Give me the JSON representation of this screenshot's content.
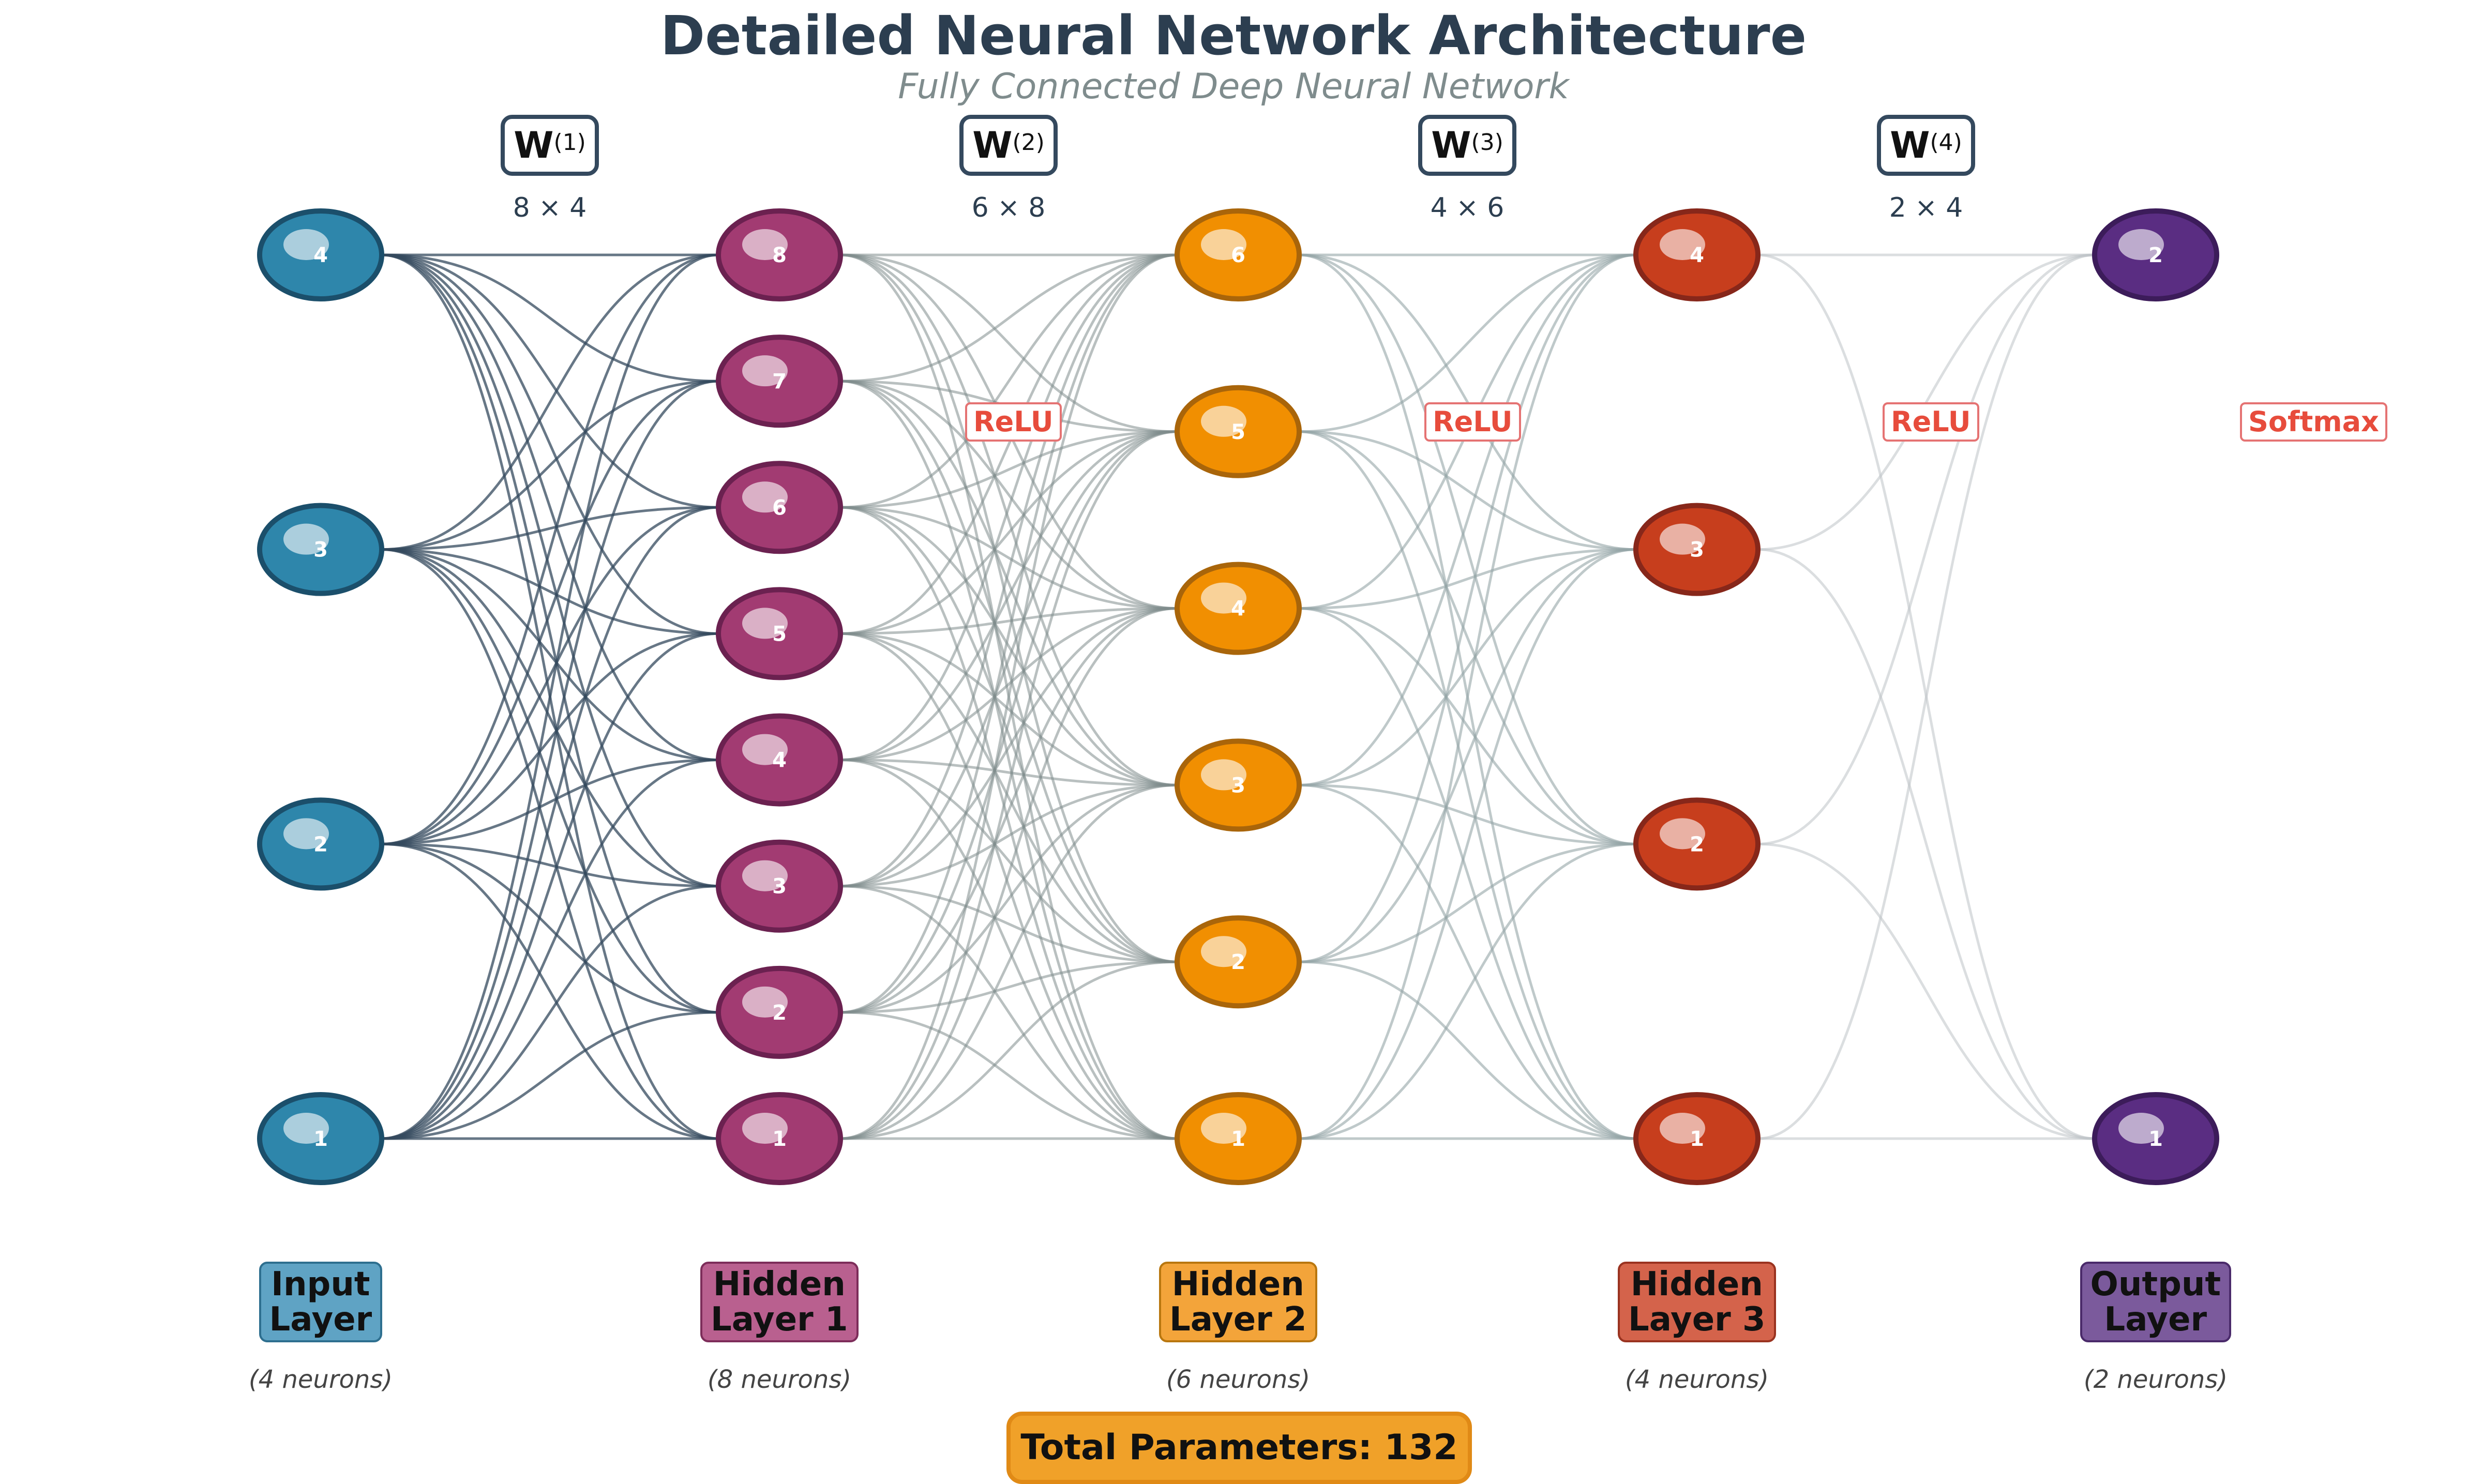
{
  "title": "Detailed Neural Network Architecture",
  "subtitle": "Fully Connected Deep Neural Network",
  "layers": [
    {
      "name": "Input\nLayer",
      "neurons": 4,
      "count_label": "(4 neurons)",
      "fill": "#2e86ab",
      "stroke": "#1b4f6b",
      "box_fill": "#5fa3c4",
      "box_stroke": "#2e6f8f"
    },
    {
      "name": "Hidden\nLayer 1",
      "neurons": 8,
      "count_label": "(8 neurons)",
      "fill": "#a23b72",
      "stroke": "#6b2150",
      "box_fill": "#b9608f",
      "box_stroke": "#7d2d5a"
    },
    {
      "name": "Hidden\nLayer 2",
      "neurons": 6,
      "count_label": "(6 neurons)",
      "fill": "#f18f01",
      "stroke": "#a9650a",
      "box_fill": "#f3a43a",
      "box_stroke": "#b9770f"
    },
    {
      "name": "Hidden\nLayer 3",
      "neurons": 4,
      "count_label": "(4 neurons)",
      "fill": "#c73e1d",
      "stroke": "#87271a",
      "box_fill": "#d4634b",
      "box_stroke": "#9a3320"
    },
    {
      "name": "Output\nLayer",
      "neurons": 2,
      "count_label": "(2 neurons)",
      "fill": "#5a2d82",
      "stroke": "#3c1c5a",
      "box_fill": "#7b5a9c",
      "box_stroke": "#4a2a6a"
    }
  ],
  "weights": [
    {
      "symbol": "W",
      "sup": "(1)",
      "dims": "8 × 4"
    },
    {
      "symbol": "W",
      "sup": "(2)",
      "dims": "6 × 8"
    },
    {
      "symbol": "W",
      "sup": "(3)",
      "dims": "4 × 6"
    },
    {
      "symbol": "W",
      "sup": "(4)",
      "dims": "2 × 4"
    }
  ],
  "activations": [
    "ReLU",
    "ReLU",
    "ReLU",
    "Softmax"
  ],
  "edge_colors": [
    "#34495e",
    "#7f8c8d",
    "#95a5a6",
    "#bdc3c7"
  ],
  "total_params": "Total Parameters: 132"
}
